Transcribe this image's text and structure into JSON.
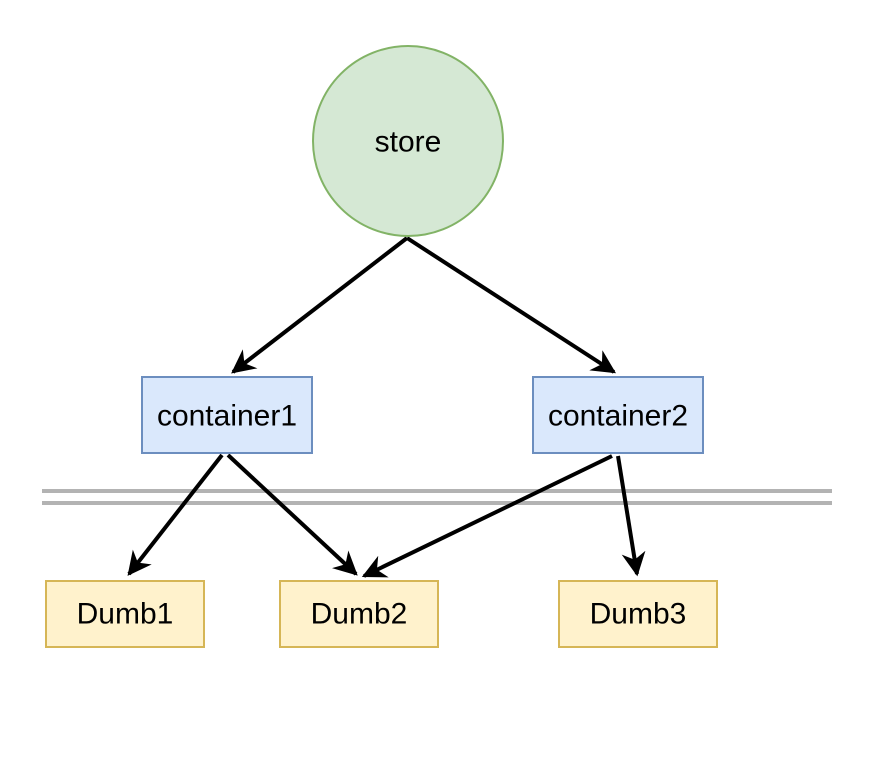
{
  "nodes": {
    "store": {
      "label": "store",
      "fill": "#d5e8d4",
      "stroke": "#82b366"
    },
    "container1": {
      "label": "container1",
      "fill": "#dae8fc",
      "stroke": "#6c8ebf"
    },
    "container2": {
      "label": "container2",
      "fill": "#dae8fc",
      "stroke": "#6c8ebf"
    },
    "dumb1": {
      "label": "Dumb1",
      "fill": "#fff2cc",
      "stroke": "#d6b656"
    },
    "dumb2": {
      "label": "Dumb2",
      "fill": "#fff2cc",
      "stroke": "#d6b656"
    },
    "dumb3": {
      "label": "Dumb3",
      "fill": "#fff2cc",
      "stroke": "#d6b656"
    }
  },
  "edges": [
    {
      "from": "store",
      "to": "container1"
    },
    {
      "from": "store",
      "to": "container2"
    },
    {
      "from": "container1",
      "to": "dumb1"
    },
    {
      "from": "container1",
      "to": "dumb2"
    },
    {
      "from": "container2",
      "to": "dumb2"
    },
    {
      "from": "container2",
      "to": "dumb3"
    }
  ],
  "separator_color": "#b3b3b3"
}
